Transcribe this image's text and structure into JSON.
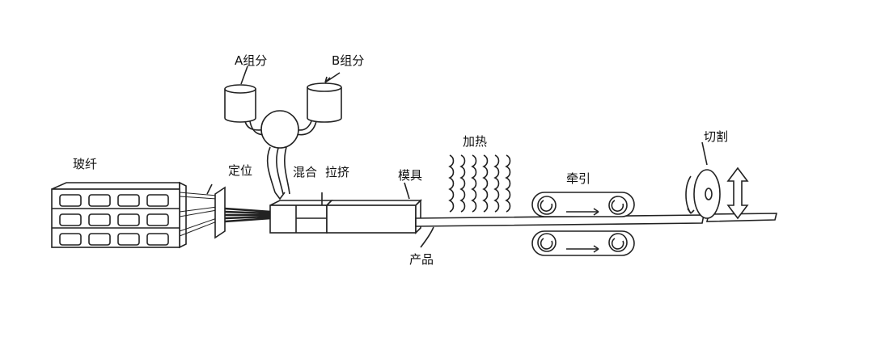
{
  "labels": {
    "component_a": "A组分",
    "component_b": "B组分",
    "glass_fiber": "玻纤",
    "positioning": "定位",
    "mixing": "混合",
    "pulling_extrusion": "拉挤",
    "mold": "模具",
    "heating": "加热",
    "traction": "牵引",
    "cutting": "切割",
    "product": "产品"
  }
}
